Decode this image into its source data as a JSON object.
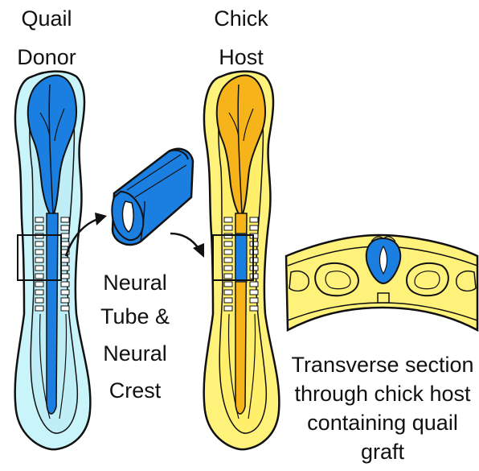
{
  "labels": {
    "quail_line1": "Quail",
    "quail_line2": "Donor",
    "chick_line1": "Chick",
    "chick_line2": "Host",
    "tube_line1": "Neural",
    "tube_line2": "Tube &",
    "tube_line3": "Neural",
    "tube_line4": "Crest",
    "section_line1": "Transverse section",
    "section_line2": "through chick host",
    "section_line3": "containing quail",
    "section_line4": "graft"
  },
  "colors": {
    "quail_blue": "#1a7fe0",
    "quail_light": "#c8f4fa",
    "chick_yellow": "#fff27a",
    "chick_orange": "#f7b41a",
    "outline": "#111111"
  }
}
